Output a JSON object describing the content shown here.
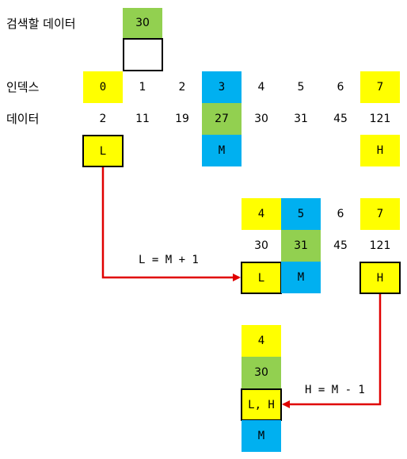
{
  "search": {
    "label": "검색할 데이터",
    "value": "30"
  },
  "table": {
    "index_label": "인덱스",
    "data_label": "데이터",
    "indexes": [
      "0",
      "1",
      "2",
      "3",
      "4",
      "5",
      "6",
      "7"
    ],
    "values": [
      "2",
      "11",
      "19",
      "27",
      "30",
      "31",
      "45",
      "121"
    ],
    "markers": {
      "L": "L",
      "M": "M",
      "H": "H"
    }
  },
  "step2": {
    "indexes": [
      "4",
      "5",
      "6",
      "7"
    ],
    "values": [
      "30",
      "31",
      "45",
      "121"
    ],
    "markers": {
      "L": "L",
      "M": "M",
      "H": "H"
    },
    "op": "L = M + 1"
  },
  "step3": {
    "index": "4",
    "value": "30",
    "marker_lh": "L, H",
    "marker_m": "M",
    "op": "H = M - 1"
  },
  "colors": {
    "yellow": "#ffff00",
    "blue": "#00b0f0",
    "green": "#92d050",
    "arrow": "#e00000"
  }
}
